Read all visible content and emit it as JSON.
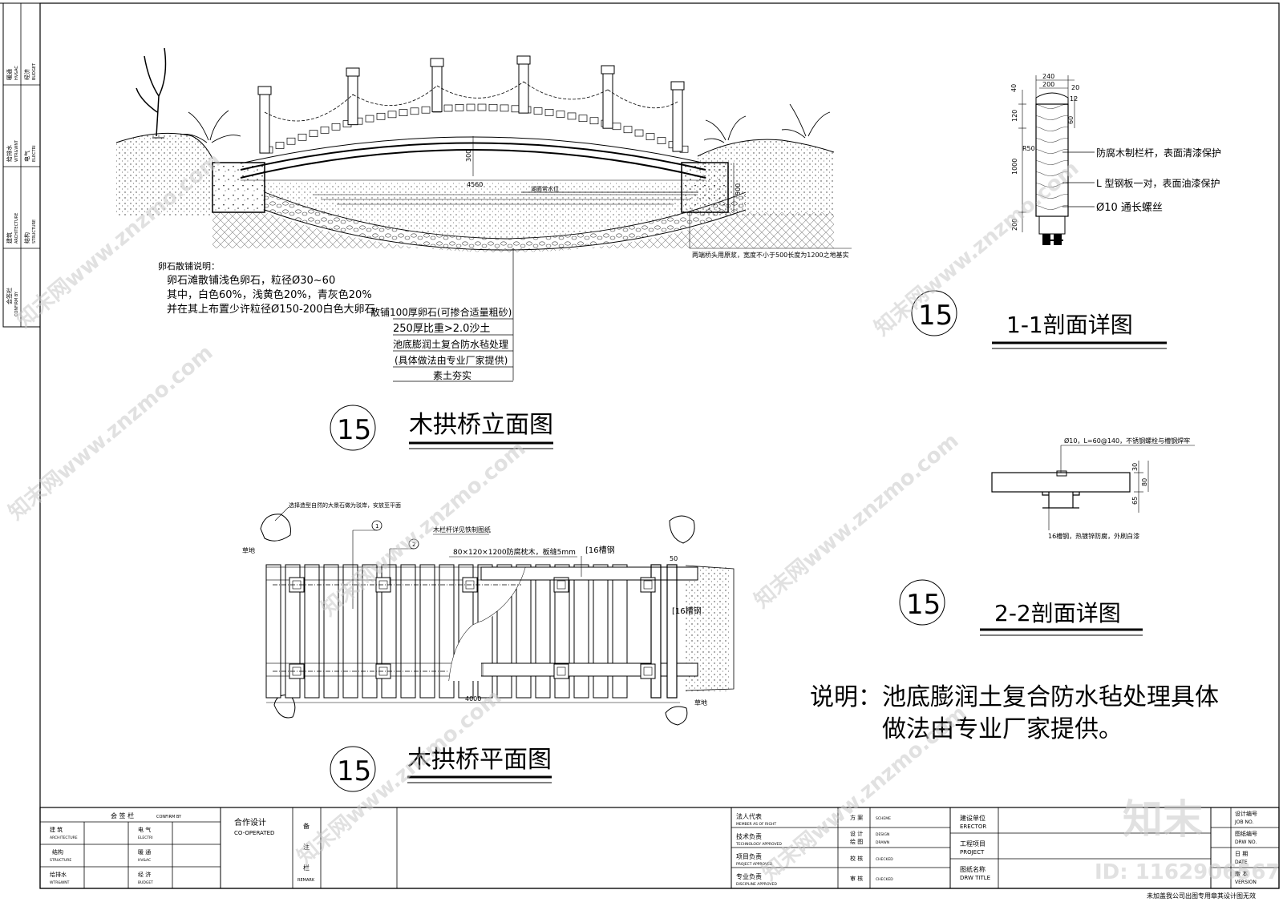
{
  "left_strip": {
    "rows": [
      {
        "cn": "暖通",
        "en": "HV&AC",
        "cn2": "经济",
        "en2": "BUDGET"
      },
      {
        "cn": "给排水",
        "en": "WTR&WNT",
        "cn2": "电气",
        "en2": "ELECTRI"
      },
      {
        "cn": "建筑",
        "en": "ARCHITECTURE",
        "cn2": "结构",
        "en2": "STRUCTURE"
      },
      {
        "cn": "会签栏",
        "en": "CONFIRM BY"
      }
    ]
  },
  "elevation": {
    "dim_span": "4560",
    "dim_rise": "300",
    "dim_abut": "500",
    "water_level": "湖面常水位",
    "abutment_note": "两端桥头用原浆，宽度不小于500长度为1200之地基实",
    "pebble_title": "卵石散铺说明：",
    "pebble_lines": [
      "卵石滩散铺浅色卵石，粒径Ø30~60",
      "其中，白色60%，浅黄色20%，青灰色20%",
      "并在其上布置少许粒径Ø150-200白色大卵石"
    ],
    "layers": [
      "散铺100厚卵石(可掺合适量粗砂)",
      "250厚比重>2.0沙土",
      "池底膨润土复合防水毡处理",
      "(具体做法由专业厂家提供)",
      "素土夯实"
    ],
    "badge": "15",
    "title": "木拱桥立面图"
  },
  "section11": {
    "dims_top": [
      "240",
      "200",
      "40",
      "20",
      "12"
    ],
    "dims_left": [
      "120",
      "1000",
      "200"
    ],
    "dims_right": [
      "60"
    ],
    "r_label": "R50",
    "notes": [
      "防腐木制栏杆，表面清漆保护",
      "L 型钢板一对，表面油漆保护",
      "Ø10 通长螺丝"
    ],
    "badge": "15",
    "title": "1-1剖面详图"
  },
  "section22": {
    "top_note": "Ø10，L=60@140，不锈钢螺栓与槽钢焊牢",
    "dims": [
      "30",
      "80",
      "65"
    ],
    "bottom_note": "16槽钢，热镀锌防腐，外刷白漆",
    "badge": "15",
    "title": "2-2剖面详图"
  },
  "plan": {
    "stone_note": "选择造型自然的大景石做为驳岸，安放至平面",
    "marker1": "1",
    "marker2": "2",
    "rail_note": "木栏杆详见铁制图纸",
    "plank_note": "80×120×1200防腐枕木，板缝5mm",
    "channel_note": "[16槽钢",
    "channel_note2": "[16槽钢",
    "dim_50": "50",
    "dim_length": "4000",
    "grass_left": "草地",
    "grass_right": "草地",
    "badge": "15",
    "title": "木拱桥平面图"
  },
  "remark": {
    "label": "说明：",
    "line1": "池底膨润土复合防水毡处理具体",
    "line2": "做法由专业厂家提供。"
  },
  "title_block": {
    "countersign": "会 签 栏",
    "countersign_en": "CONFIRM BY",
    "rows": [
      {
        "a": "建 筑",
        "a_en": "ARCHITECTURE",
        "b": "电 气",
        "b_en": "ELECTRI"
      },
      {
        "a": "结构",
        "a_en": "STRUCTURE",
        "b": "暖 通",
        "b_en": "HV&AC"
      },
      {
        "a": "给排水",
        "a_en": "WTR&WNT",
        "b": "经 济",
        "b_en": "BUDGET"
      }
    ],
    "coop": "合作设计",
    "coop_en": "CO-OPERATED",
    "remark_cn": [
      "备",
      "注",
      "栏"
    ],
    "remark_en": "REMARK",
    "roles_left": [
      {
        "cn": "法人代表",
        "en": "MEMBER AS OF RIGHT"
      },
      {
        "cn": "技术负责",
        "en": "TECHNOLOGY APPROVED"
      },
      {
        "cn": "项目负责",
        "en": "PROJECT APPROVED"
      },
      {
        "cn": "专业负责",
        "en": "DISCIPLINE APPROVED"
      }
    ],
    "roles_mid": [
      {
        "cn": "方 案",
        "en": "SCHEME"
      },
      {
        "cn": "设 计",
        "en": "DESIGN"
      },
      {
        "cn": "绘 图",
        "en": "DRAWN"
      },
      {
        "cn": "校 核",
        "en": "CHECKED"
      },
      {
        "cn": "审 核",
        "en": "CHECKED"
      }
    ],
    "project_info": [
      {
        "cn": "建设单位",
        "en": "ERECTOR"
      },
      {
        "cn": "工程项目",
        "en": "PROJECT"
      },
      {
        "cn": "图纸名称",
        "en": "DRW TITLE"
      }
    ],
    "right_info": [
      {
        "cn": "设计编号",
        "en": "JOB NO."
      },
      {
        "cn": "图纸编号",
        "en": "DRW NO."
      },
      {
        "cn": "日 期",
        "en": "DATE"
      },
      {
        "cn": "版 本",
        "en": "VERSION"
      }
    ],
    "footer": "未加盖我公司出图专用章其设计图无效"
  },
  "watermark": {
    "text": "知末网www.znzmo.com",
    "logo": "知末",
    "id": "ID: 1162906567"
  }
}
